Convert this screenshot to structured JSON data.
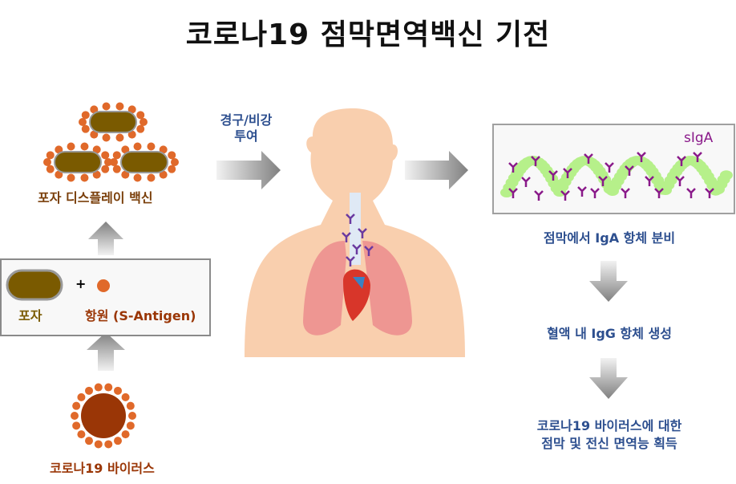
{
  "title": "코로나19 점막면역백신 기전",
  "left": {
    "display_vaccine_label": "포자 디스플레이 백신",
    "spore_label": "포자",
    "plus": "+",
    "antigen_label": "항원 (S-Antigen)",
    "virus_label": "코로나19 바이러스"
  },
  "center": {
    "route_label_line1": "경구/비강",
    "route_label_line2": "투여"
  },
  "right": {
    "siga_label": "sIgA",
    "step1": "점막에서 IgA 항체 분비",
    "step2": "혈액 내 IgG 항체 생성",
    "step3_line1": "코로나19 바이러스에 대한",
    "step3_line2": "점막 및 전신 면역능 획득"
  },
  "colors": {
    "spore": "#7a5a00",
    "antigen": "#e0692a",
    "virus": "#9a3606",
    "antibody": "#8a1a8a",
    "iga_bead": "#b6f08a",
    "skin": "#f9cfae",
    "lung": "#ec8f8f"
  }
}
